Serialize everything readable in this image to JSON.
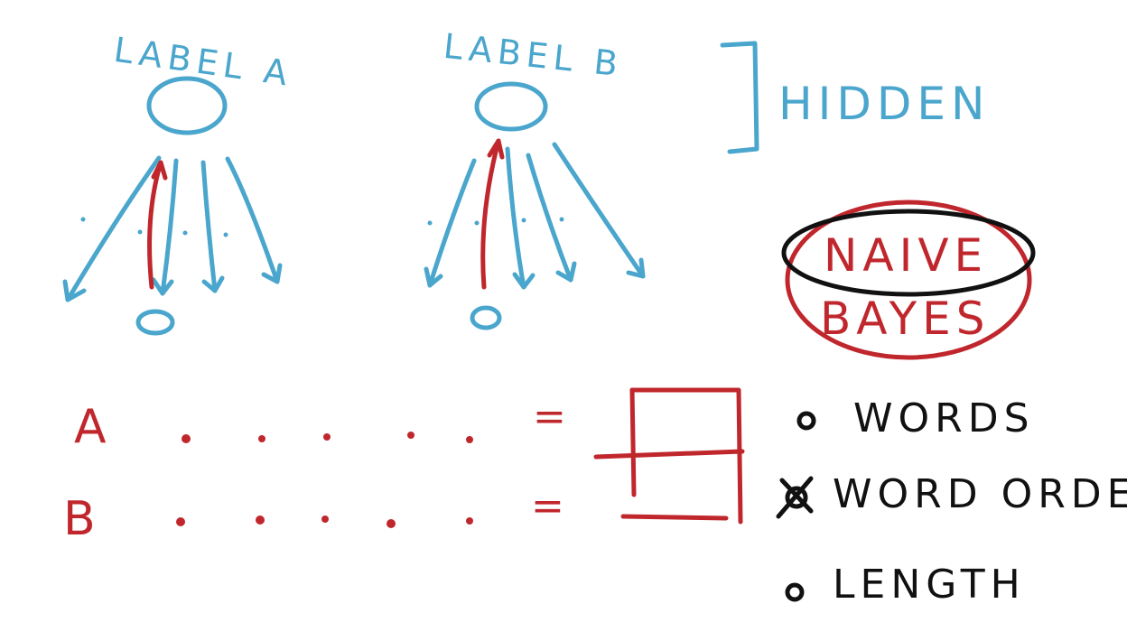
{
  "colors": {
    "blue": "#4aa6cc",
    "red": "#c0272d",
    "black": "#111111",
    "background": "#ffffff"
  },
  "nodes": {
    "label_a": "LABEL A",
    "label_b": "LABEL B"
  },
  "annotations": {
    "hidden": "HIDDEN",
    "naive": "NAIVE",
    "bayes": "BAYES"
  },
  "sequences": {
    "row_a": "A",
    "row_b": "B",
    "equals": "="
  },
  "features": [
    {
      "label": "WORDS",
      "marked": false
    },
    {
      "label": "WORD ORDER",
      "marked": true
    },
    {
      "label": "LENGTH",
      "marked": false
    }
  ]
}
